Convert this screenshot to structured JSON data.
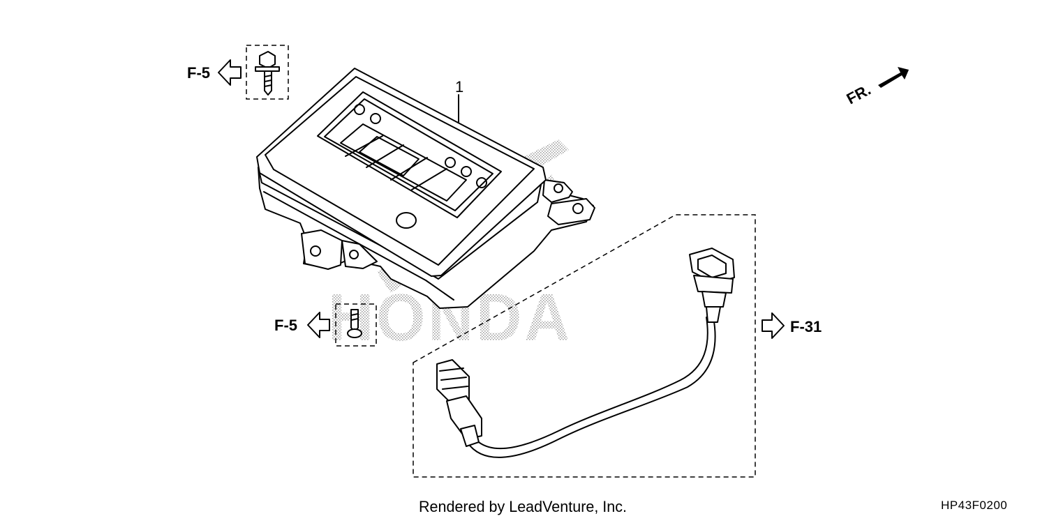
{
  "diagram": {
    "callout_number": "1",
    "refs": {
      "upper_left": "F-5",
      "lower_left": "F-5",
      "right": "F-31"
    },
    "direction_marker": "FR.",
    "watermark": "HONDA",
    "footer_credit": "Rendered by LeadVenture, Inc.",
    "diagram_code": "HP43F0200"
  }
}
